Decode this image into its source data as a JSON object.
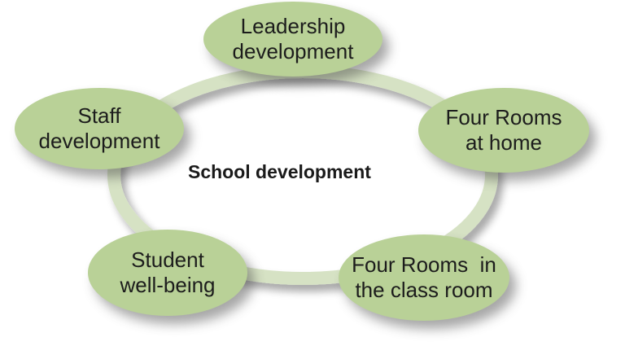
{
  "diagram": {
    "title": "School development",
    "ring_color": "#d6e2c4",
    "node_color": "#b9d197",
    "nodes": [
      {
        "id": "leadership",
        "line1": "Leadership",
        "line2": "development"
      },
      {
        "id": "home",
        "line1": "Four Rooms",
        "line2": "at home"
      },
      {
        "id": "classroom",
        "line1": "Four Rooms  in",
        "line2": "the class room"
      },
      {
        "id": "student",
        "line1": "Student",
        "line2": "well-being"
      },
      {
        "id": "staff",
        "line1": "Staff",
        "line2": "development"
      }
    ]
  }
}
